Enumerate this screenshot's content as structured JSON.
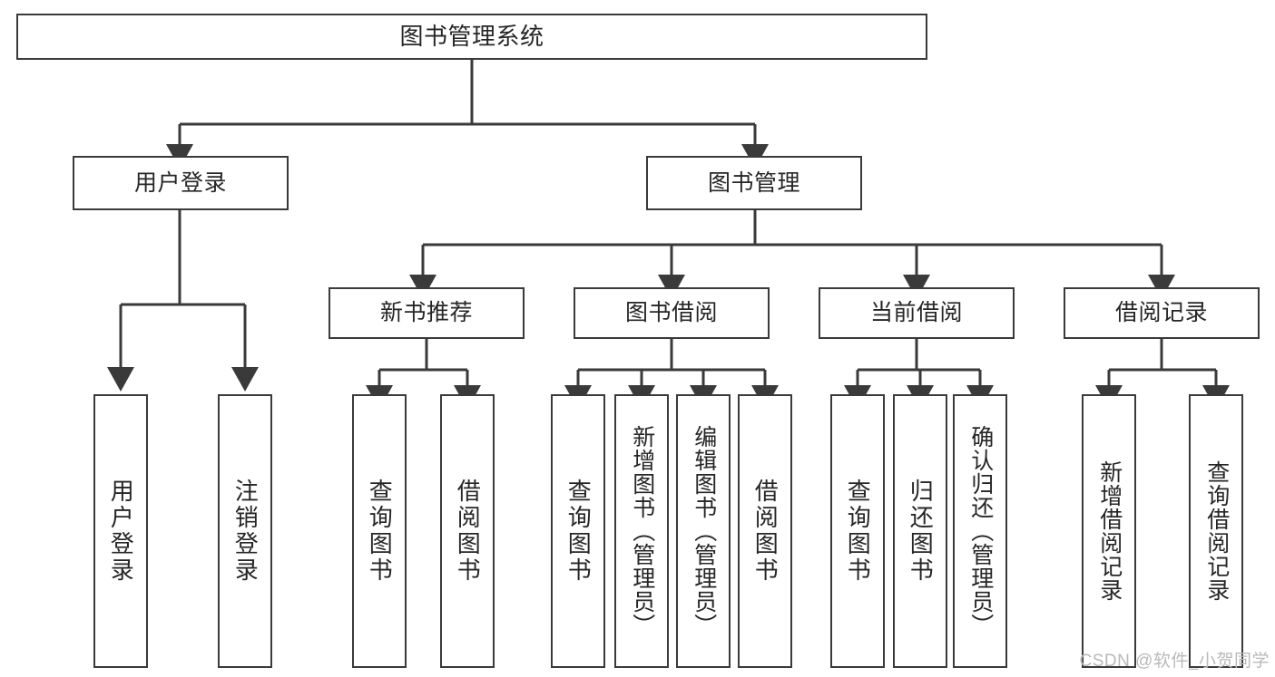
{
  "diagram": {
    "title": "图书管理系统",
    "type": "tree-hierarchy",
    "watermark": "CSDN @软件_小贺同学",
    "colors": {
      "stroke": "#3a3a3a",
      "text": "#262626",
      "background": "#ffffff",
      "watermark": "#b9b9b9"
    },
    "nodes": {
      "root": {
        "label": "图书管理系统"
      },
      "level2": [
        {
          "id": "user-login",
          "label": "用户登录"
        },
        {
          "id": "book-manage",
          "label": "图书管理"
        }
      ],
      "level3": [
        {
          "id": "new-book-rec",
          "label": "新书推荐"
        },
        {
          "id": "book-borrow",
          "label": "图书借阅"
        },
        {
          "id": "current-borrow",
          "label": "当前借阅"
        },
        {
          "id": "borrow-record",
          "label": "借阅记录"
        }
      ],
      "leaves": {
        "user_login": [
          {
            "id": "leaf-user-login",
            "label": "用户登录"
          },
          {
            "id": "leaf-logout",
            "label": "注销登录"
          }
        ],
        "new_book_rec": [
          {
            "id": "leaf-query-book-1",
            "label": "查询图书"
          },
          {
            "id": "leaf-borrow-book-1",
            "label": "借阅图书"
          }
        ],
        "book_borrow": [
          {
            "id": "leaf-query-book-2",
            "label": "查询图书"
          },
          {
            "id": "leaf-add-book",
            "label": "新增图书（管理员）"
          },
          {
            "id": "leaf-edit-book",
            "label": "编辑图书（管理员）"
          },
          {
            "id": "leaf-borrow-book-2",
            "label": "借阅图书"
          }
        ],
        "current_borrow": [
          {
            "id": "leaf-query-book-3",
            "label": "查询图书"
          },
          {
            "id": "leaf-return-book",
            "label": "归还图书"
          },
          {
            "id": "leaf-confirm-return",
            "label": "确认归还（管理员）"
          }
        ],
        "borrow_record": [
          {
            "id": "leaf-add-record",
            "label": "新增借阅记录"
          },
          {
            "id": "leaf-query-record",
            "label": "查询借阅记录"
          }
        ]
      }
    }
  }
}
